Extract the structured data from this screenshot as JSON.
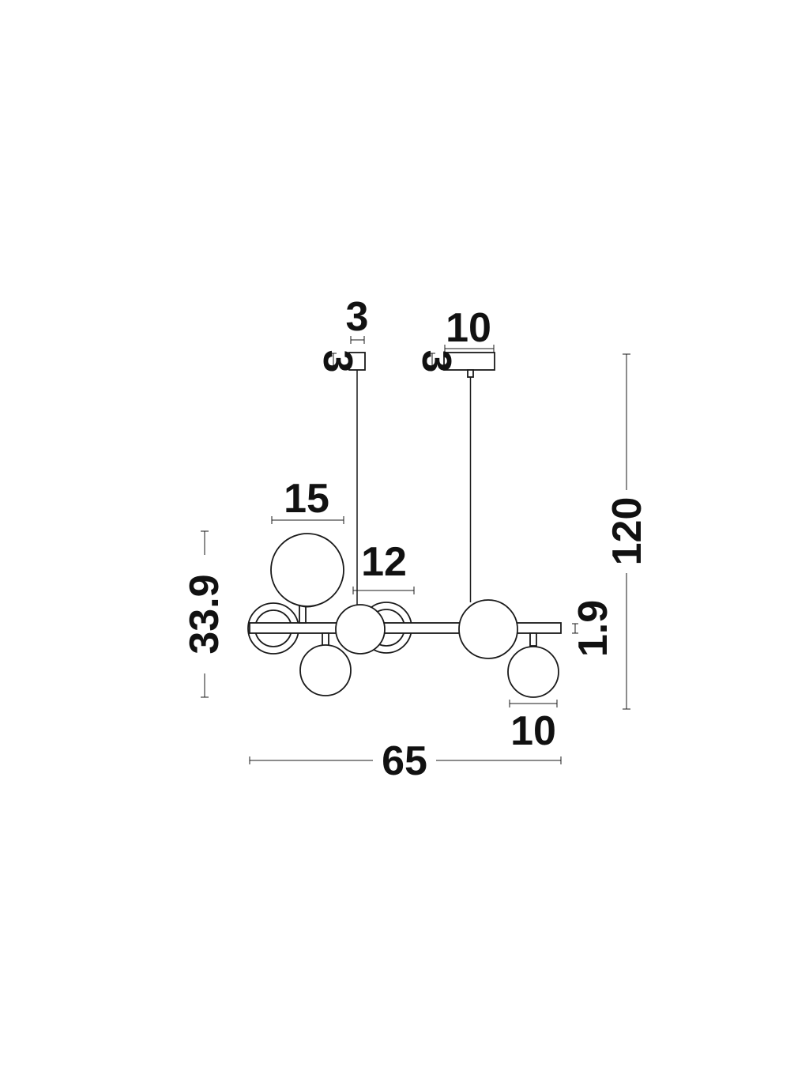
{
  "dimensions": {
    "top_small_canopy_width": "3",
    "top_small_canopy_height": "3",
    "top_large_canopy_width": "10",
    "top_large_canopy_height": "3",
    "large_globe_diameter": "15",
    "medium_globe_diameter": "12",
    "small_globe_diameter": "10",
    "total_height": "120",
    "body_height": "33.9",
    "bar_thickness": "1.9",
    "total_width": "65"
  },
  "colors": {
    "line": "#1a1a1a",
    "background": "#ffffff"
  }
}
